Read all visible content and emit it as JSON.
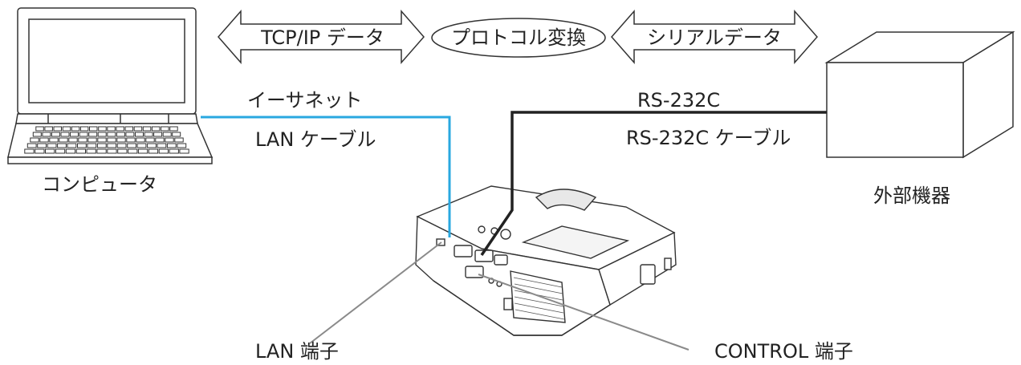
{
  "arrows": {
    "tcpip": "TCP/IP データ",
    "protocol": "プロトコル変換",
    "serial": "シリアルデータ"
  },
  "labels": {
    "ethernet": "イーサネット",
    "lan_cable": "LAN ケーブル",
    "computer": "コンピュータ",
    "rs232c": "RS-232C",
    "rs232c_cable": "RS-232C ケーブル",
    "external_device": "外部機器",
    "lan_port": "LAN 端子",
    "control_port": "CONTROL 端子"
  },
  "colors": {
    "lan_cable": "#29a8e0",
    "rs232c_cable": "#222222",
    "leader_line": "#8a8a8a",
    "outline": "#333333"
  },
  "icons": {
    "computer": "laptop-icon",
    "external": "box-icon",
    "projector": "projector-icon"
  }
}
